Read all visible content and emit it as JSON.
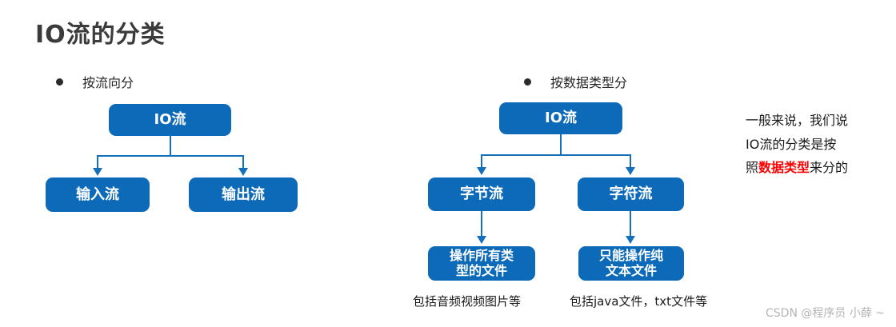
{
  "page": {
    "title": "IO流的分类",
    "background": "#ffffff",
    "accent_blue": "#0c6ab8",
    "line_blue": "#1570bb",
    "highlight_red": "#ff0000"
  },
  "sections": [
    {
      "id": "by-direction",
      "bullet_label": "按流向分",
      "root": {
        "label": "IO流"
      },
      "children": [
        {
          "label": "输入流"
        },
        {
          "label": "输出流"
        }
      ]
    },
    {
      "id": "by-data-type",
      "bullet_label": "按数据类型分",
      "root": {
        "label": "IO流"
      },
      "children": [
        {
          "label": "字节流",
          "leaf": "操作所有类\n型的文件",
          "caption": "包括音频视频图片等"
        },
        {
          "label": "字符流",
          "leaf": "只能操作纯\n文本文件",
          "caption": "包括java文件，txt文件等"
        }
      ]
    }
  ],
  "side_note": {
    "line1": "一般来说，我们说",
    "line2": "IO流的分类是按",
    "line3_prefix": "照",
    "line3_highlight": "数据类型",
    "line3_suffix": "来分的"
  },
  "watermark": "CSDN @程序员 小薛 ~"
}
